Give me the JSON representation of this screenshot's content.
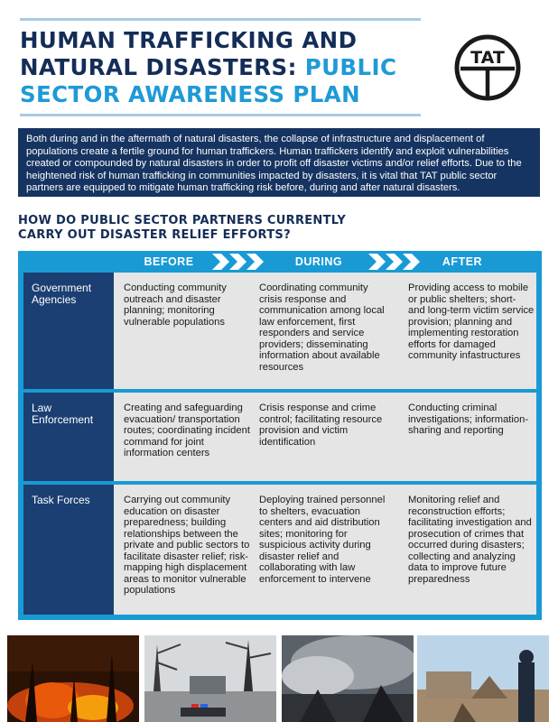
{
  "header": {
    "title_line1": "HUMAN TRAFFICKING AND",
    "title_line2_dark": "NATURAL DISASTERS:",
    "title_line2_light": "PUBLIC",
    "title_line3": "SECTOR AWARENESS PLAN",
    "logo_text": "TAT"
  },
  "intro": "Both during and in the aftermath of natural disasters, the collapse of infrastructure and displacement of populations create a fertile ground for human traffickers. Human traffickers identify and exploit vulnerabilities created or compounded by natural disasters in order to profit off disaster victims and/or relief efforts. Due to the heightened risk of human trafficking in communities impacted by disasters, it is vital that TAT public sector partners are equipped to mitigate human trafficking risk before, during and after natural disasters.",
  "question": {
    "line1": "HOW DO PUBLIC SECTOR PARTNERS CURRENTLY",
    "line2": "CARRY OUT DISASTER RELIEF EFFORTS?"
  },
  "table": {
    "columns": [
      "BEFORE",
      "DURING",
      "AFTER"
    ],
    "rows": [
      {
        "label": "Government Agencies",
        "before": "Conducting community outreach and disaster planning; monitoring vulnerable populations",
        "during": "Coordinating community crisis response and communication among local law enforcement, first responders and service providers; disseminating information about available resources",
        "after": "Providing access to mobile or public shelters; short- and long-term victim service provision; planning and implementing restoration efforts for damaged community infastructures"
      },
      {
        "label": "Law Enforcement",
        "before": "Creating and safeguarding evacuation/ transportation routes; coordinating incident command for joint information centers",
        "during": "Crisis response and crime control; facilitating resource provision and victim identification",
        "after": "Conducting criminal investigations; information-sharing and reporting"
      },
      {
        "label": "Task Forces",
        "before": "Carrying out community education on disaster preparedness; building relationships between the private and public sectors to facilitate disaster relief; risk-mapping high displacement areas to monitor vulnerable populations",
        "during": "Deploying trained personnel to shelters, evacuation centers and aid distribution sites; monitoring for suspicious activity during disaster relief and collaborating with law enforcement to intervene",
        "after": "Monitoring relief and reconstruction efforts; facilitating investigation and prosecution of crimes that occurred during disasters; collecting and analyzing data to improve future preparedness"
      }
    ]
  },
  "colors": {
    "navy": "#142d57",
    "blue": "#1f9ad6",
    "row_label": "#1b3f72",
    "cell_bg": "#e5e5e5"
  }
}
